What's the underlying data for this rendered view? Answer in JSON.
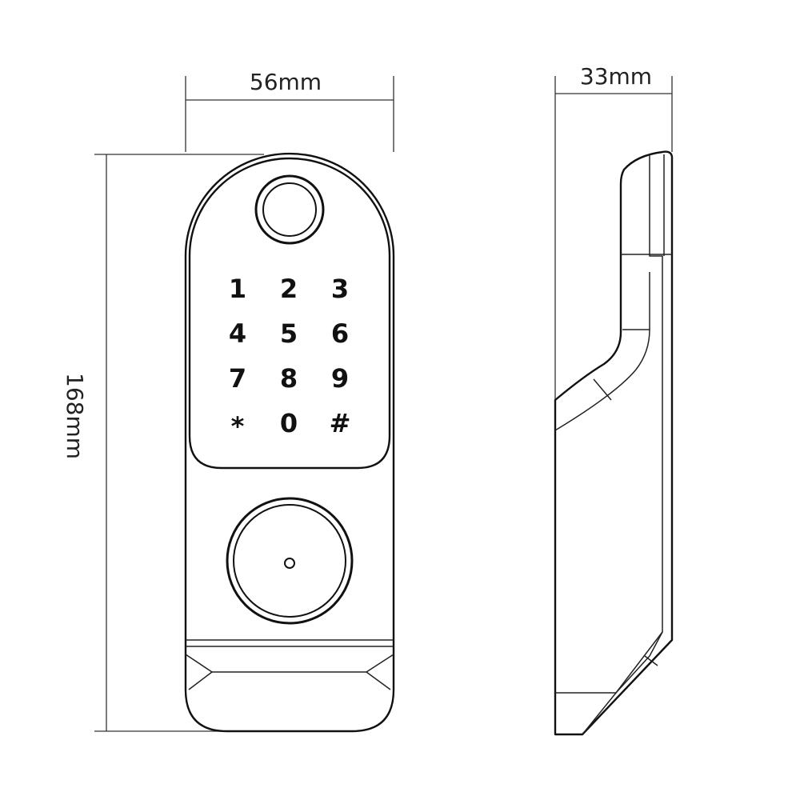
{
  "dimensions": {
    "width": "56mm",
    "depth": "33mm",
    "height": "168mm"
  },
  "keypad": {
    "keys": [
      "1",
      "2",
      "3",
      "4",
      "5",
      "6",
      "7",
      "8",
      "9",
      "*",
      "0",
      "#"
    ]
  },
  "icons": {
    "fingerprint_sensor": "fingerprint-sensor-icon",
    "knob": "knob-icon",
    "keyhole": "keyhole-icon"
  },
  "colors": {
    "line": "#111111",
    "background": "#ffffff"
  }
}
